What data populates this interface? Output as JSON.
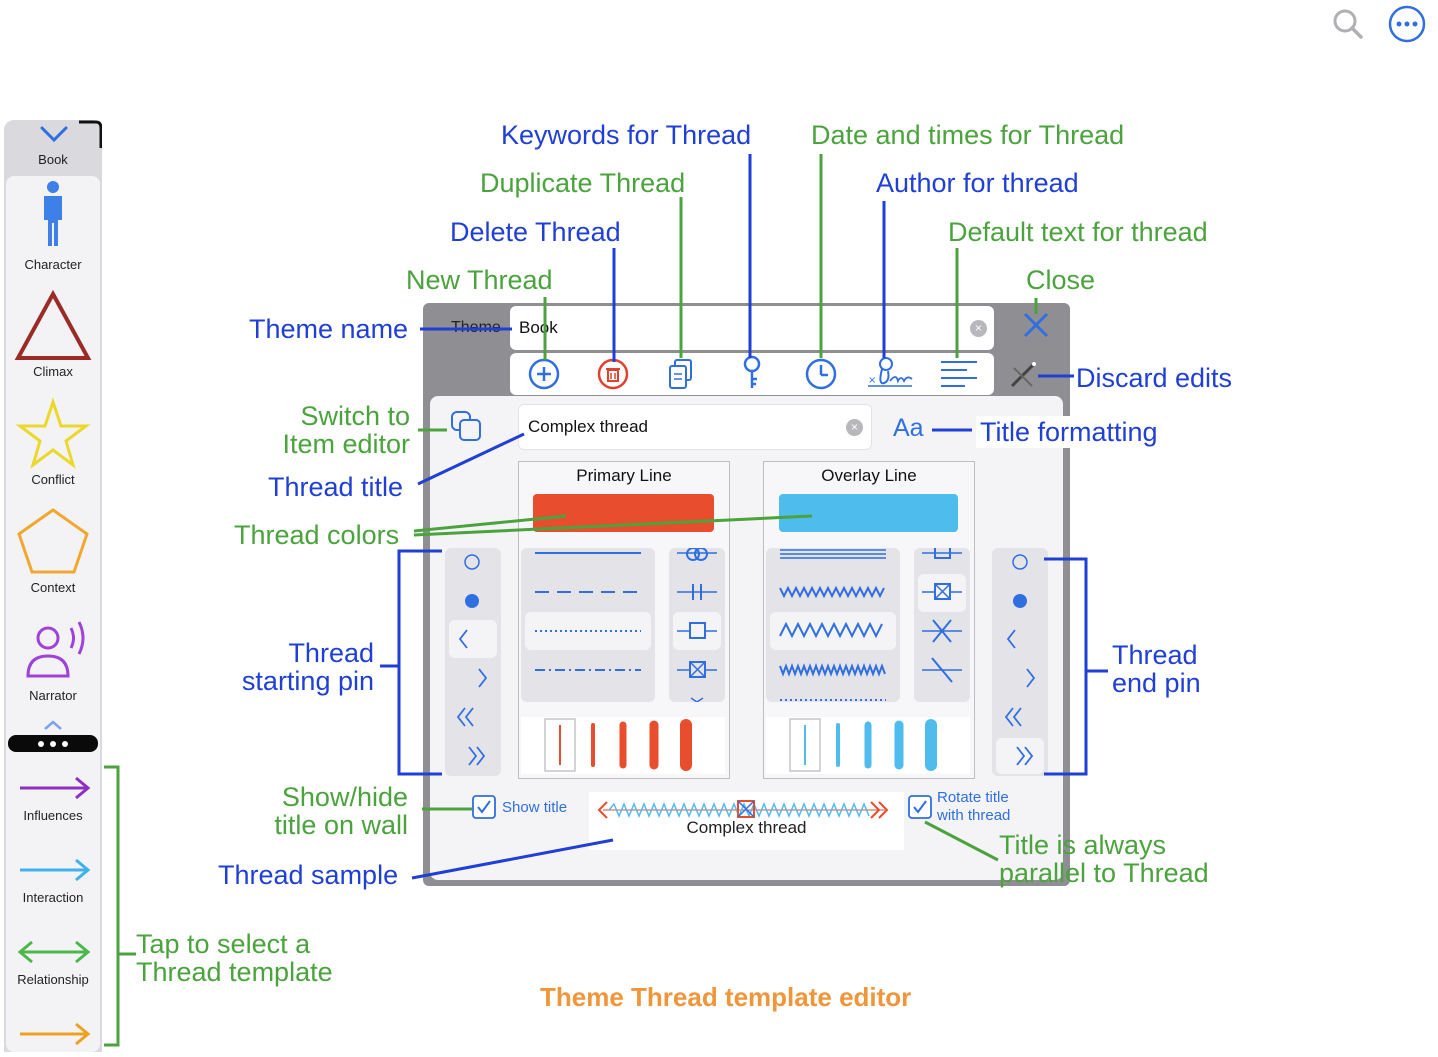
{
  "top_icons": {
    "search": "search-icon",
    "more": "more-icon"
  },
  "sidebar": {
    "header": "Book",
    "items": [
      {
        "label": "Character",
        "icon": "person-icon"
      },
      {
        "label": "Climax",
        "icon": "triangle-icon"
      },
      {
        "label": "Conflict",
        "icon": "star-icon"
      },
      {
        "label": "Context",
        "icon": "pentagon-icon"
      },
      {
        "label": "Narrator",
        "icon": "narrator-icon"
      }
    ],
    "threads": [
      {
        "label": "Influences",
        "color": "#8e2fc2"
      },
      {
        "label": "Interaction",
        "color": "#3fb2ee"
      },
      {
        "label": "Relationship",
        "color": "#4cb84c"
      },
      {
        "label": "",
        "color": "#f0a020"
      }
    ]
  },
  "editor": {
    "theme_label": "Theme",
    "theme_value": "Book",
    "thread_title": "Complex thread",
    "format_label": "Aa",
    "primary_line": "Primary Line",
    "overlay_line": "Overlay Line",
    "primary_color": "#e84e2e",
    "overlay_color": "#4fbcee",
    "show_title_label": "Show title",
    "rotate_title_label": "Rotate title",
    "rotate_title_label2": "with thread",
    "sample_text": "Complex thread"
  },
  "annotations": {
    "keywords": "Keywords for Thread",
    "date_times": "Date and times for Thread",
    "duplicate": "Duplicate Thread",
    "author": "Author for thread",
    "delete": "Delete Thread",
    "default_text": "Default text for thread",
    "new_thread": "New Thread",
    "close": "Close",
    "theme_name": "Theme name",
    "discard": "Discard edits",
    "switch1": "Switch to",
    "switch2": "Item editor",
    "title_formatting": "Title formatting",
    "thread_title": "Thread title",
    "thread_colors": "Thread colors",
    "start_pin1": "Thread",
    "start_pin2": "starting pin",
    "end_pin1": "Thread",
    "end_pin2": "end pin",
    "showhide1": "Show/hide",
    "showhide2": "title on wall",
    "thread_sample": "Thread sample",
    "parallel1": "Title is always",
    "parallel2": "parallel to Thread",
    "tap1": "Tap to select a",
    "tap2": "Thread template",
    "caption": "Theme Thread template editor"
  }
}
